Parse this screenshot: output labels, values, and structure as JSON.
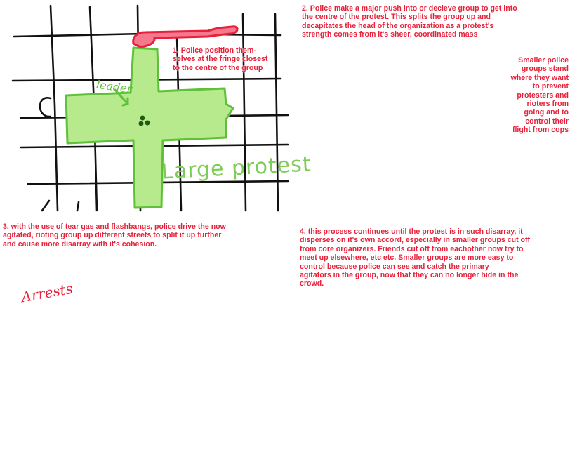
{
  "panels": [
    {
      "id": "panel-1",
      "text": "1. Police position them-\nselves at the fringe closest\nto the centre of the group"
    },
    {
      "id": "panel-2",
      "text": "2. Police make a major push into or decieve group to get into\nthe centre of the protest. This splits the group up and\ndecapitates the head of the organization as a protest's\nstrength comes from it's sheer, coordinated mass",
      "side_text": "Smaller police\ngroups stand\nwhere they want\nto prevent\nprotesters and\nrioters from\ngoing and to\ncontrol their\nflight from cops"
    },
    {
      "id": "panel-3",
      "text": "3. with the use of tear gas and flashbangs, police drive the now\nagitated, rioting group up different streets to split it up further\nand cause more disarray with it's cohesion."
    },
    {
      "id": "panel-4",
      "text": "4. this process continues until the protest is in such disarray, it\ndisperses on it's own accord, especially in smaller groups cut off\nfrom core organizers. Friends cut off from eachother now try to\nmeet up elsewhere, etc etc. Smaller groups are more easy to\ncontrol because police can see and catch the primary\nagitators in the group, now that they can no longer hide in the\ncrowd."
    }
  ],
  "handwritten": {
    "leader": "leader",
    "large_protest": "Large protest",
    "arrests": "Arrests"
  },
  "colors": {
    "police_red": "#e8213a",
    "police_fill": "#f6788f",
    "protest_green": "#5fc13a",
    "protest_fill": "#b6ea8c",
    "street_ink": "#111111"
  }
}
